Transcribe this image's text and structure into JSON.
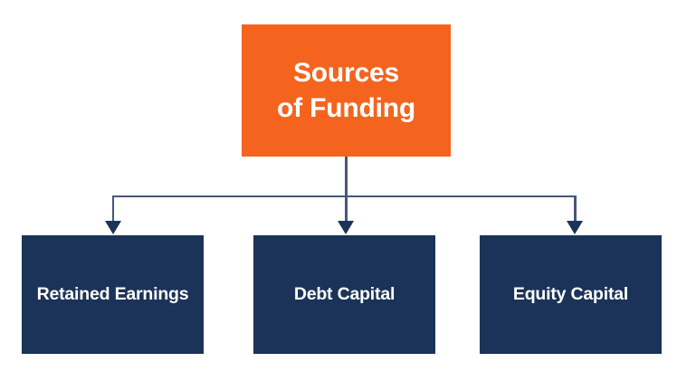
{
  "diagram": {
    "type": "hierarchy-tree",
    "title": "Sources of Funding",
    "root": {
      "label_line1": "Sources",
      "label_line2": "of Funding",
      "color": "#F4641F",
      "text_color": "#FFFFFF"
    },
    "children": [
      {
        "label": "Retained Earnings",
        "color": "#1B3358",
        "text_color": "#FFFFFF"
      },
      {
        "label": "Debt Capital",
        "color": "#1B3358",
        "text_color": "#FFFFFF"
      },
      {
        "label": "Equity Capital",
        "color": "#1B3358",
        "text_color": "#FFFFFF"
      }
    ],
    "connector_color": "#46587A",
    "arrowhead_color": "#1B3358",
    "background": "#FFFFFF"
  }
}
